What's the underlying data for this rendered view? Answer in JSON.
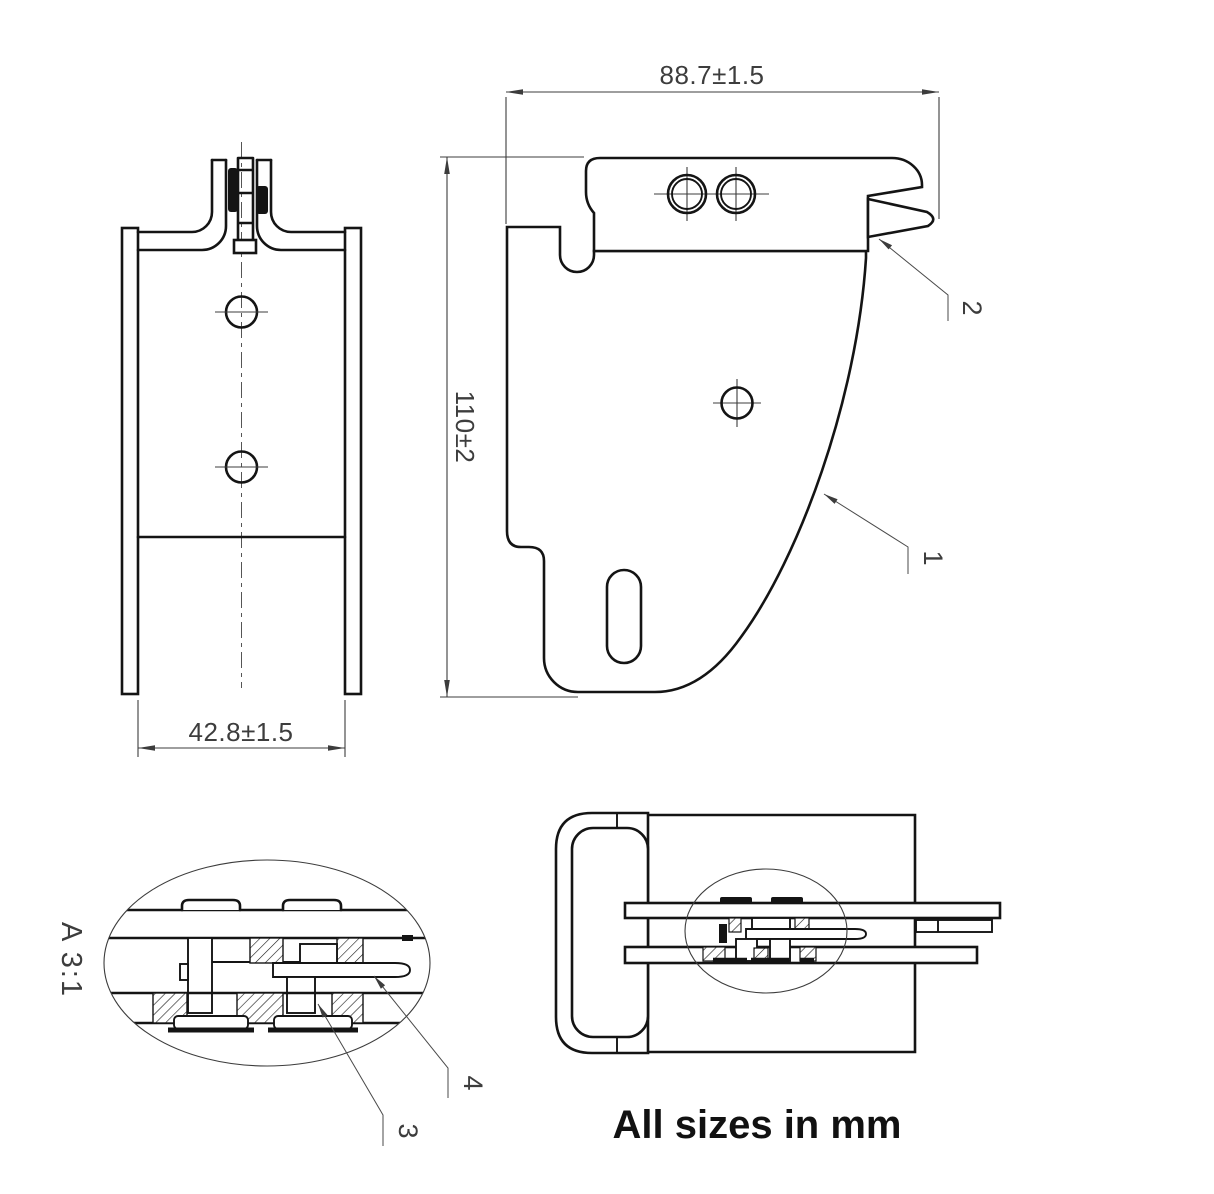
{
  "note": "All sizes in mm",
  "dimensions": {
    "side_width": "88.7±1.5",
    "side_height": "110±2",
    "front_width": "42.8±1.5"
  },
  "detail": {
    "label": "A 3:1"
  },
  "callouts": {
    "c1": "1",
    "c2": "2",
    "c3": "3",
    "c4": "4"
  },
  "colors": {
    "line": "#141414",
    "dim_text": "#3d3d3d"
  }
}
